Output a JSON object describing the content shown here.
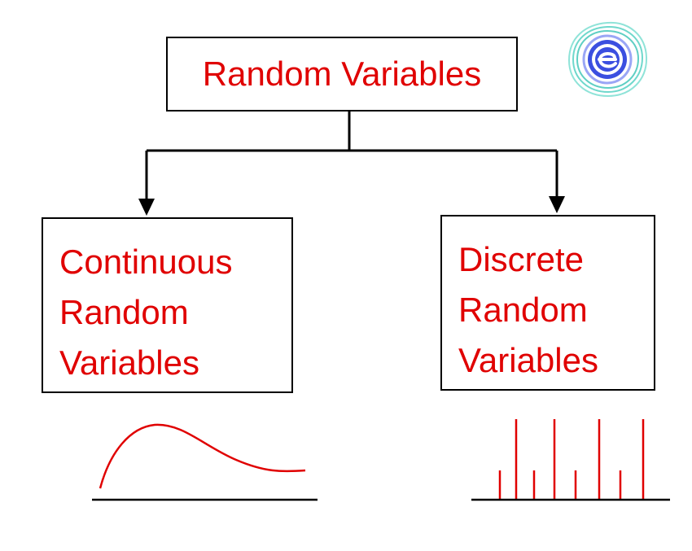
{
  "root": {
    "label": "Random Variables"
  },
  "branches": [
    {
      "label": "Continuous\nRandom\nVariables"
    },
    {
      "label": "Discrete\nRandom\nVariables"
    }
  ],
  "icons": {
    "logo": "embibe-logo-icon",
    "continuous_plot": "continuous-distribution-curve",
    "discrete_plot": "discrete-distribution-spikes"
  },
  "colors": {
    "text": "#e00000",
    "curve": "#e00000",
    "line": "#000000",
    "logo_teal": "#5fd3c6",
    "logo_blue": "#3b4fe0"
  }
}
